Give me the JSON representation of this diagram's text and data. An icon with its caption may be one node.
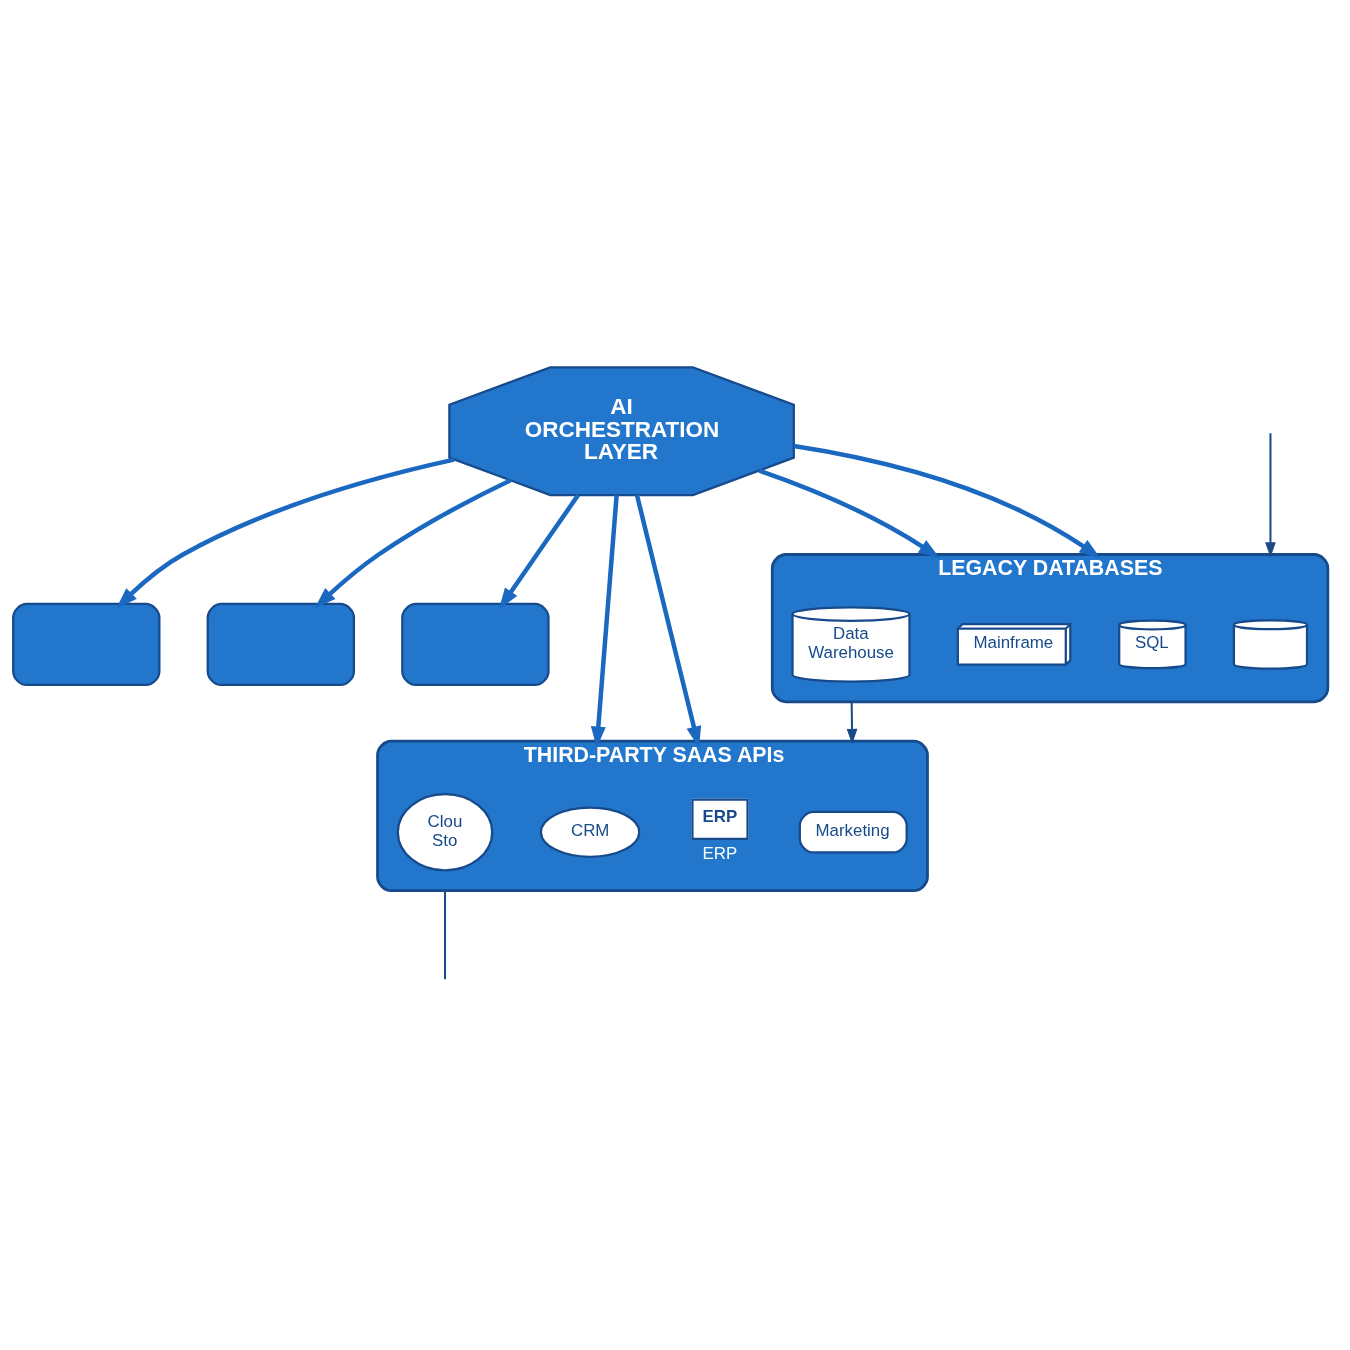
{
  "diagram": {
    "nodes": [
      {
        "text": [],
        "shape": "box"
      },
      {
        "text": [],
        "shape": "box"
      },
      {
        "text": [
          "AI ORCHESTRATION LAYER"
        ]
      },
      {
        "text": [],
        "shape": "box"
      },
      {
        "text": [
          "THIRD-PARTY SAAS APIs"
        ]
      },
      {
        "text": [
          "CRM"
        ],
        "in": 4
      },
      {
        "text": [
          "ERP"
        ],
        "beside": [
          "ERP"
        ],
        "in": 4
      },
      {
        "text": [
          "Marketing"
        ],
        "in": 4
      },
      {
        "text": [
          "Clou Sto"
        ],
        "in": 4
      },
      {
        "text": [
          "LEGACY DATABASES"
        ]
      },
      {
        "text": [
          "Mainframe"
        ],
        "in": 9
      },
      {
        "text": [
          "SQL"
        ],
        "in": 9
      },
      {
        "text": [],
        "shape": "cylinder",
        "in": 9
      },
      {
        "text": [
          "Data Warehouse"
        ],
        "in": 9
      }
    ],
    "edges": [
      {
        "from": 2,
        "to": 0,
        "arrow": "to"
      },
      {
        "from": 2,
        "to": 1,
        "arrow": "to"
      },
      {
        "from": 2,
        "to": 3,
        "arrow": "to"
      },
      {
        "from": 2,
        "to": 9,
        "arrow": "to"
      },
      {
        "from": 2,
        "to": 9,
        "arrow": "to"
      },
      {
        "from": 2,
        "to": 4,
        "arrow": "to"
      },
      {
        "from": 2,
        "to": 4,
        "arrow": "to"
      },
      {
        "from": 9,
        "to": 4,
        "arrow": "to",
        "color": "#1b4a88"
      },
      {
        "from": null,
        "to": 9,
        "arrow": "to",
        "color": "#1b4a88"
      },
      {
        "from": 4,
        "to": null,
        "arrow": "none",
        "color": "#1b4a88"
      }
    ]
  }
}
